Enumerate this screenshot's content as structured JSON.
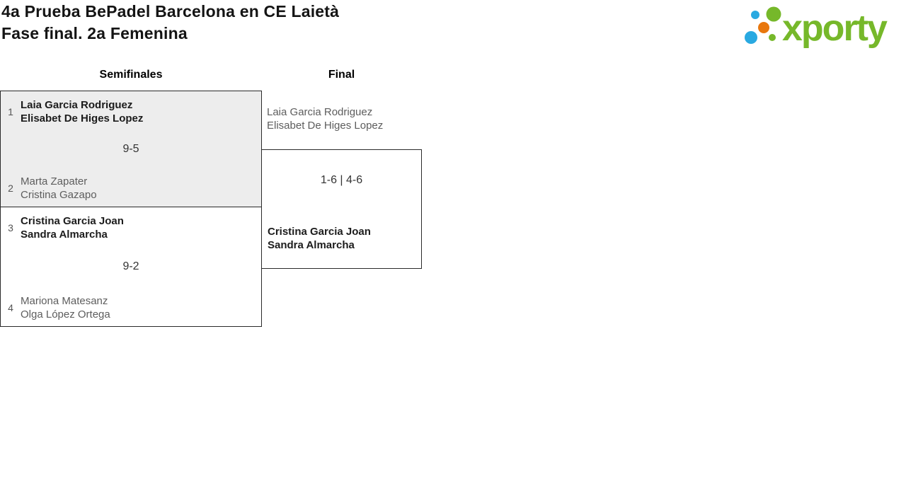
{
  "header": {
    "title_line1": "4a Prueba BePadel Barcelona en CE Laietà",
    "title_line2": "Fase final. 2a Femenina"
  },
  "logo": {
    "wordmark": "xporty",
    "colors": {
      "green": "#76b82a",
      "blue": "#29a9e1",
      "orange": "#e8770e"
    }
  },
  "bracket": {
    "columns": [
      {
        "header": "Semifinales"
      },
      {
        "header": "Final"
      }
    ],
    "semifinal1": {
      "team1": {
        "seed": "1",
        "player1": "Laia Garcia Rodriguez",
        "player2": "Elisabet De Higes Lopez",
        "winner": true
      },
      "score": "9-5",
      "team2": {
        "seed": "2",
        "player1": "Marta Zapater",
        "player2": "Cristina Gazapo",
        "winner": false
      }
    },
    "semifinal2": {
      "team1": {
        "seed": "3",
        "player1": "Cristina Garcia Joan",
        "player2": "Sandra Almarcha",
        "winner": true
      },
      "score": "9-2",
      "team2": {
        "seed": "4",
        "player1": "Mariona Matesanz",
        "player2": "Olga López Ortega",
        "winner": false
      }
    },
    "final": {
      "team1": {
        "player1": "Laia Garcia Rodriguez",
        "player2": "Elisabet De Higes Lopez",
        "winner": false
      },
      "score": "1-6 | 4-6",
      "team2": {
        "player1": "Cristina Garcia Joan",
        "player2": "Sandra Almarcha",
        "winner": true
      }
    }
  }
}
